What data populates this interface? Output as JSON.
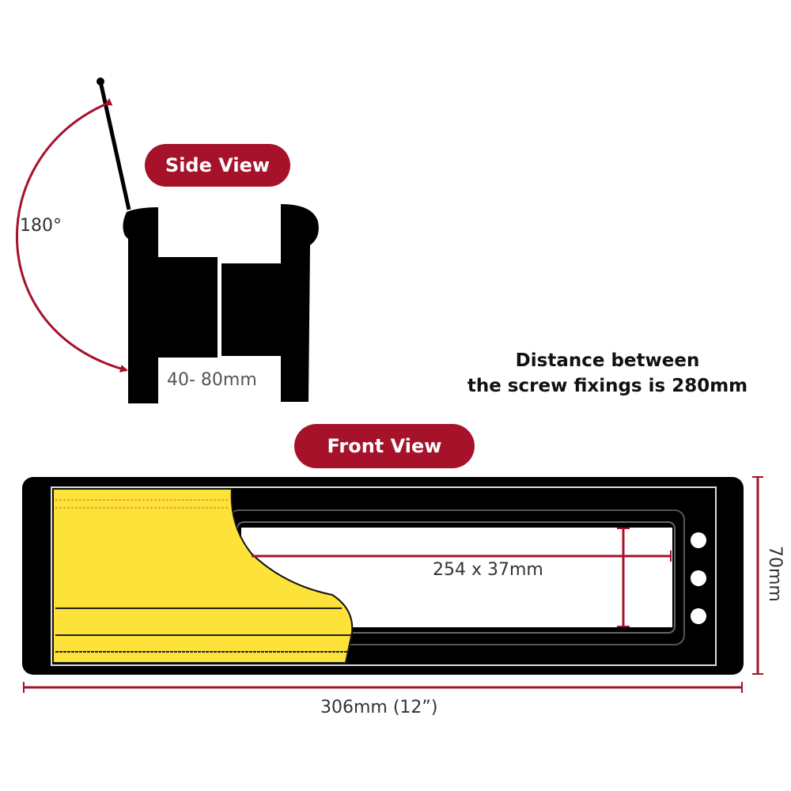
{
  "side_view": {
    "title": "Side View",
    "angle": "180°",
    "depth": "40- 80mm"
  },
  "front_view": {
    "title": "Front View",
    "aperture": "254 x 37mm",
    "width": "306mm (12”)",
    "height": "70mm"
  },
  "note": {
    "line1": "Distance between",
    "line2": "the screw fixings is 280mm"
  },
  "colors": {
    "accent": "#a5122a",
    "flap": "#fde23a",
    "body": "#000000"
  }
}
